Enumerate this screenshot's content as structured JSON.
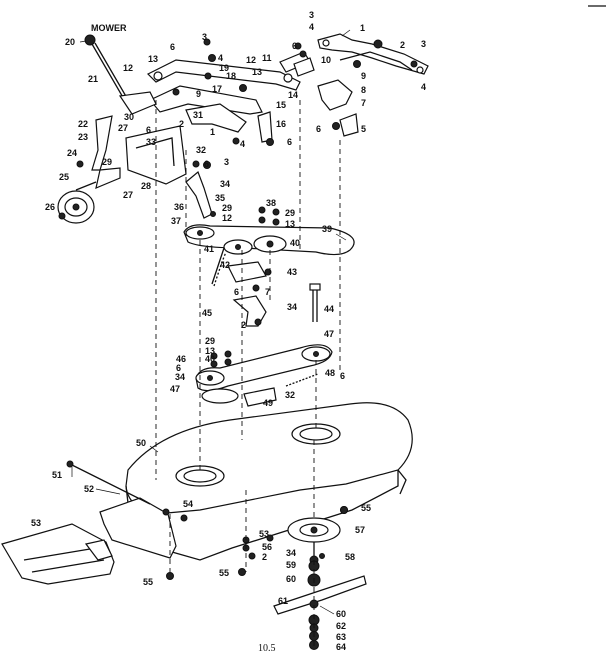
{
  "title": "MOWER",
  "page_number": "10.5",
  "callouts": [
    "1",
    "2",
    "3",
    "4",
    "5",
    "6",
    "7",
    "8",
    "9",
    "10",
    "11",
    "12",
    "13",
    "14",
    "15",
    "16",
    "17",
    "18",
    "19",
    "20",
    "21",
    "22",
    "23",
    "24",
    "25",
    "26",
    "27",
    "28",
    "29",
    "30",
    "31",
    "32",
    "33",
    "34",
    "35",
    "36",
    "37",
    "38",
    "39",
    "40",
    "41",
    "42",
    "43",
    "44",
    "45",
    "46",
    "47",
    "48",
    "49",
    "50",
    "51",
    "52",
    "53",
    "54",
    "55",
    "56",
    "57",
    "58",
    "59",
    "60",
    "61",
    "62",
    "63",
    "64"
  ]
}
